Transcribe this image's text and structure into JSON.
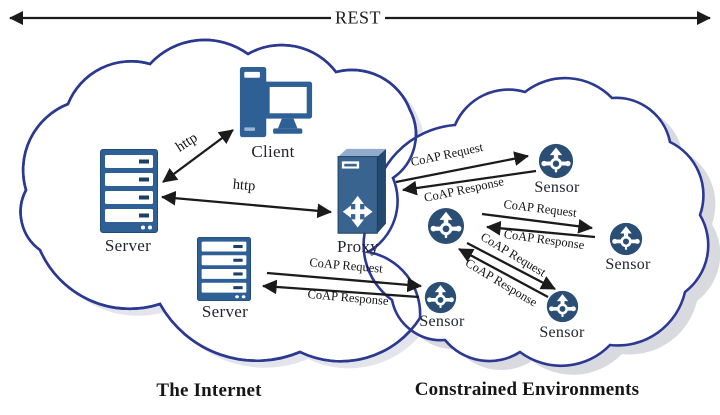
{
  "rest": {
    "label": "REST"
  },
  "captions": {
    "internet": "The Internet",
    "constrained": "Constrained Environments"
  },
  "nodes": {
    "server_top": {
      "label": "Server"
    },
    "client": {
      "label": "Client"
    },
    "proxy": {
      "label": "Proxy"
    },
    "server_bottom": {
      "label": "Server"
    },
    "sensor_top": {
      "label": "Sensor"
    },
    "sensor_right": {
      "label": "Sensor"
    },
    "sensor_bottom_left": {
      "label": "Sensor"
    },
    "sensor_bottom_right": {
      "label": "Sensor"
    }
  },
  "edges": {
    "http_server_client": {
      "label": "http"
    },
    "http_server_proxy": {
      "label": "http"
    },
    "proxy_sensor_request": {
      "label": "CoAP Request"
    },
    "proxy_sensor_response": {
      "label": "CoAP Response"
    },
    "mid_right_request": {
      "label": "CoAP Request"
    },
    "mid_right_response": {
      "label": "CoAP Response"
    },
    "mid_bottomright_request": {
      "label": "CoAP Request"
    },
    "mid_bottomright_response": {
      "label": "CoAP Response"
    },
    "server_sensor_request": {
      "label": "CoAP Request"
    },
    "server_sensor_response": {
      "label": "CoAP Response"
    }
  },
  "colors": {
    "cloud_outline": "#2b3990",
    "cloud_fill": "#ffffff",
    "shadow_gray": "#d9dadf",
    "icon_blue": "#2e6095",
    "proxy_front_blue": "#38648f",
    "sensor_blue": "#2b4e74",
    "arrow_black": "#1b1b1b"
  }
}
